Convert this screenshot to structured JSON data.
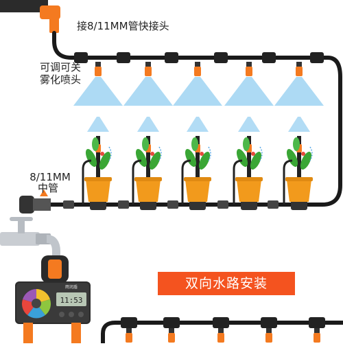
{
  "labels": {
    "connector": "接8/11MM管快接头",
    "nozzle_line1": "可调可关",
    "nozzle_line2": "雾化喷头",
    "pipe_line1": "8/11MM",
    "pipe_line2": "中管",
    "banner": "双向水路安装"
  },
  "timer": {
    "brand": "雨润盾",
    "display_value": "11:53"
  },
  "colors": {
    "pipe": "#1a1a1a",
    "accent": "#f47a20",
    "mist": "#9fd3f2",
    "pot": "#f29a1c",
    "leaf": "#3aa635",
    "banner": "#f4531f",
    "faucet": "#c9cdd2"
  },
  "icons": {
    "faucet": "faucet-icon",
    "timer": "water-timer-icon",
    "nozzle": "mist-nozzle-icon",
    "plant": "potted-plant-icon"
  }
}
